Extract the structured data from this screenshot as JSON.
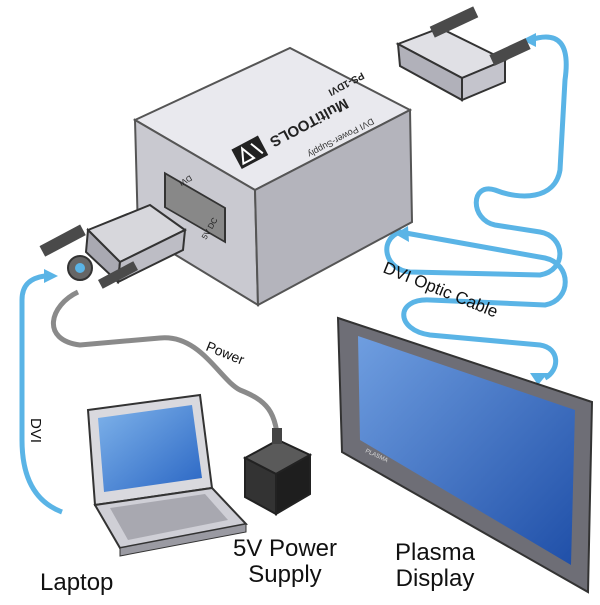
{
  "labels": {
    "laptop": "Laptop",
    "power_supply_line1": "5V Power",
    "power_supply_line2": "Supply",
    "display_line1": "Plasma",
    "display_line2": "Display",
    "dvi_cable": "DVI",
    "power_cable": "Power",
    "optic_cable": "DVI Optic Cable"
  },
  "device": {
    "brand": "MultiTOOLS",
    "subtitle": "DVI Power-Supply",
    "model": "PS-1DVI",
    "port_label": "DVI",
    "power_port_label": "5V DC"
  },
  "display_panel": {
    "badge": "PLASMA"
  },
  "colors": {
    "cable_blue": "#5ab4e6",
    "power_cable": "#8a8a8a",
    "device_top": "#e9e9ee",
    "device_front": "#c9c9d0",
    "device_side": "#b4b4bc",
    "screen": "#3f6fc0"
  },
  "icons": [
    "laptop-icon",
    "power-adapter-icon",
    "plasma-display-icon",
    "dvi-connector-icon",
    "kramer-logo-icon"
  ]
}
